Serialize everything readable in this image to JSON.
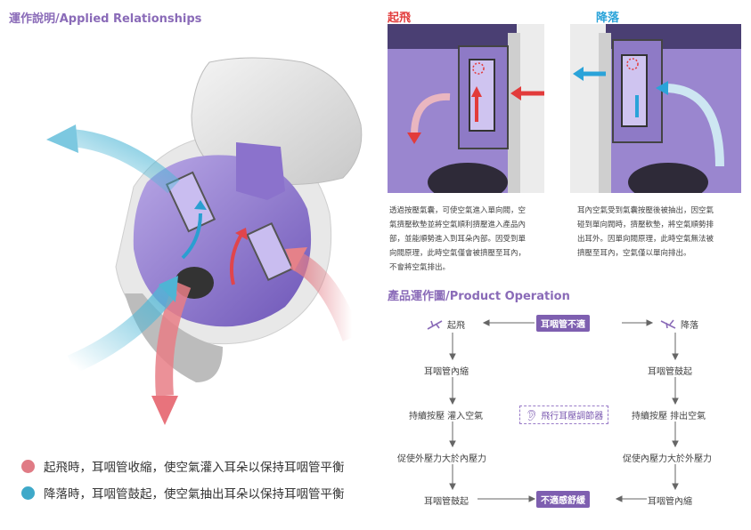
{
  "applied": {
    "title": "運作說明/Applied Relationships"
  },
  "legend": [
    {
      "text": "起飛時，耳咽管收縮，使空氣灌入耳朵以保持耳咽管平衡",
      "color": "#e07b85"
    },
    {
      "text": "降落時，耳咽管鼓起，使空氣抽出耳朵以保持耳咽管平衡",
      "color": "#3fa9c9"
    }
  ],
  "takeoff": {
    "title": "起飛",
    "color": "#e23b3b",
    "desc": [
      "透過按壓氣囊，可使空氣進入單向閥，空",
      "氣擠壓軟墊並將空氣順利擠壓進入產品內",
      "部，並能順勢進入到耳朵內部。因受到單",
      "向閥原理，此時空氣僅會被擠壓至耳內，",
      "不會將空氣排出。"
    ]
  },
  "landing": {
    "title": "降落",
    "color": "#2aa3d9",
    "desc": [
      "耳內空氣受到氣囊按壓後被抽出，因空氣",
      "碰到單向閥時，擠壓軟墊，將空氣順勢排",
      "出耳外。因單向閥原理，此時空氣無法被",
      "擠壓至耳內，空氣僅以單向排出。"
    ]
  },
  "operation": {
    "title": "產品運作圖/Product Operation",
    "center_top": "耳咽管不適",
    "center_bottom": "不適感舒緩",
    "device": "飛行耳壓調節器",
    "left_head": "起飛",
    "right_head": "降落",
    "left_steps": [
      "耳咽管內縮",
      "持續按壓 灌入空氣",
      "促使外壓力大於內壓力",
      "耳咽管鼓起"
    ],
    "right_steps": [
      "耳咽管鼓起",
      "持續按壓 排出空氣",
      "促使內壓力大於外壓力",
      "耳咽管內縮"
    ]
  }
}
